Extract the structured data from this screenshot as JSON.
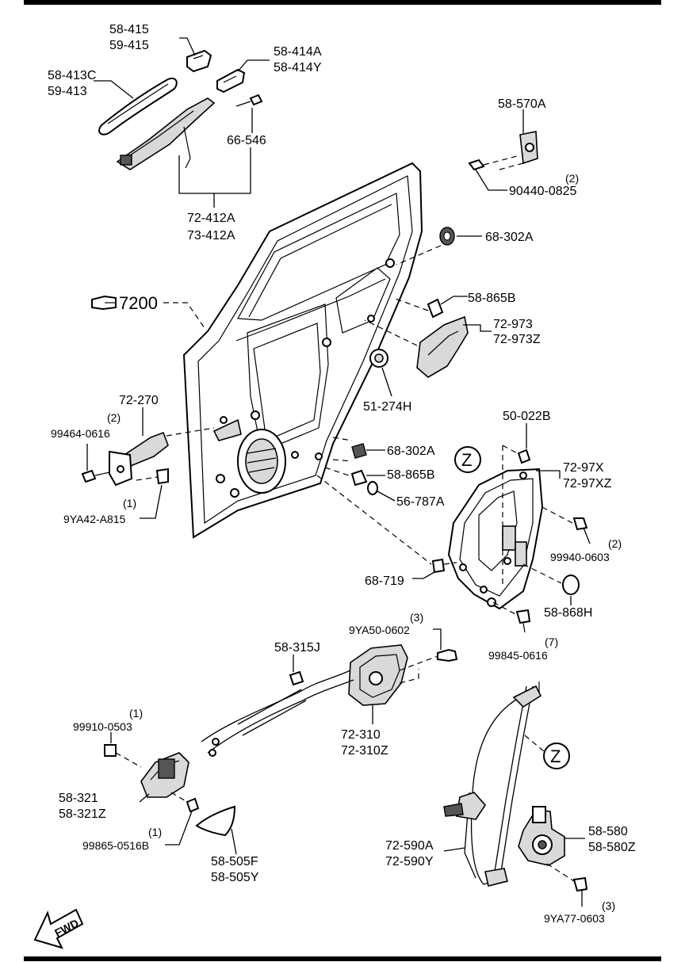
{
  "top_labels": {
    "l_58_415": "58-415",
    "l_59_415": "59-415",
    "l_58_414A": "58-414A",
    "l_58_414Y": "58-414Y",
    "l_58_413C": "58-413C",
    "l_59_413": "59-413",
    "l_66_546": "66-546",
    "l_72_412A": "72-412A",
    "l_73_412A": "73-412A",
    "l_58_570A": "58-570A",
    "l_90440_qty": "(2)",
    "l_90440": "90440-0825",
    "l_68_302A_a": "68-302A",
    "l_7200": "7200",
    "l_58_865B_a": "58-865B",
    "l_72_973": "72-973",
    "l_72_973Z": "72-973Z",
    "l_51_274H": "51-274H"
  },
  "middle_labels": {
    "l_72_270": "72-270",
    "l_99464_qty": "(2)",
    "l_99464": "99464-0616",
    "l_9YA42_qty": "(1)",
    "l_9YA42": "9YA42-A815",
    "l_50_022B": "50-022B",
    "l_Z_a": "Z",
    "l_72_97X": "72-97X",
    "l_72_97XZ": "72-97XZ",
    "l_68_302A_b": "68-302A",
    "l_58_865B_b": "58-865B",
    "l_56_787A": "56-787A",
    "l_99940_qty": "(2)",
    "l_99940": "99940-0603",
    "l_68_719": "68-719",
    "l_58_868H": "58-868H",
    "l_99845_qty": "(7)",
    "l_99845": "99845-0616"
  },
  "bottom_labels": {
    "l_9YA50_qty": "(3)",
    "l_9YA50": "9YA50-0602",
    "l_58_315J": "58-315J",
    "l_72_310": "72-310",
    "l_72_310Z": "72-310Z",
    "l_99910_qty": "(1)",
    "l_99910": "99910-0503",
    "l_58_321": "58-321",
    "l_58_321Z": "58-321Z",
    "l_99865_qty": "(1)",
    "l_99865": "99865-0516B",
    "l_58_505F": "58-505F",
    "l_58_505Y": "58-505Y",
    "l_Z_b": "Z",
    "l_72_590A": "72-590A",
    "l_72_590Y": "72-590Y",
    "l_58_580": "58-580",
    "l_58_580Z": "58-580Z",
    "l_9YA77_qty": "(3)",
    "l_9YA77": "9YA77-0603",
    "l_fwd": "FWD"
  },
  "icons": {
    "pointer": "pointing-hand-icon",
    "fwd": "forward-arrow-icon"
  },
  "colors": {
    "line": "#000000",
    "background": "#ffffff",
    "fill": "#d9d9d9"
  }
}
